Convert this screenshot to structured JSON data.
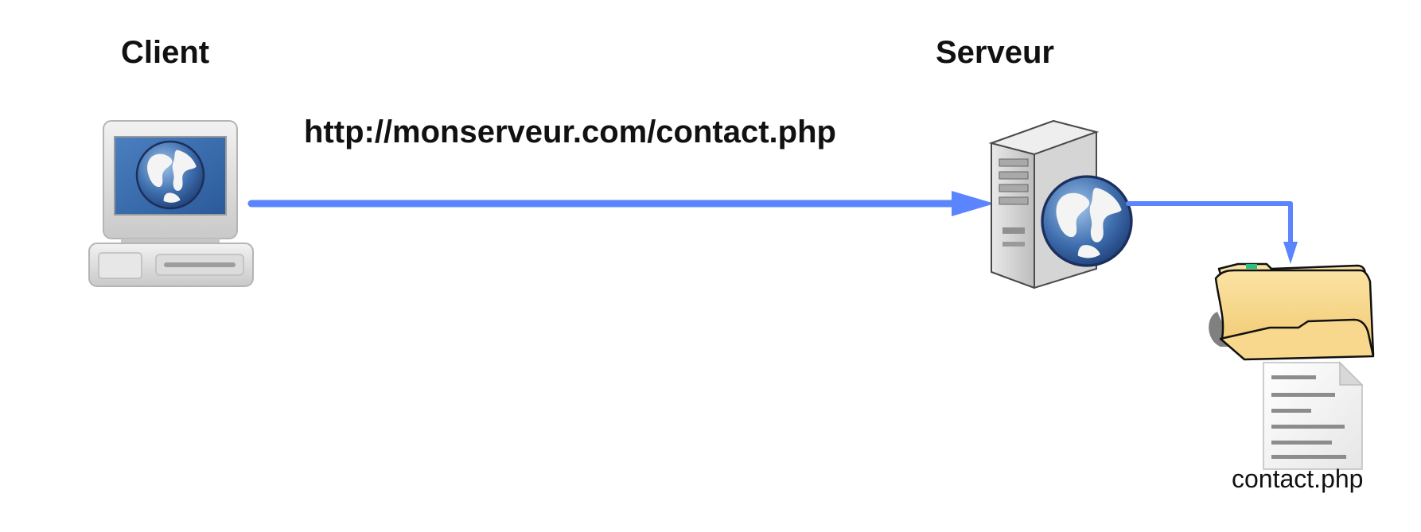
{
  "labels": {
    "client": "Client",
    "server": "Serveur",
    "request_url": "http://monserveur.com/contact.php",
    "file_name": "contact.php"
  },
  "icons": {
    "client": "desktop-computer-globe-icon",
    "server": "web-server-globe-icon",
    "folder": "folder-icon",
    "file": "document-file-icon"
  },
  "colors": {
    "arrow": "#5B84FF",
    "text": "#111111",
    "globe_ocean": "#3F6FAE",
    "folder": "#F5D58A"
  }
}
